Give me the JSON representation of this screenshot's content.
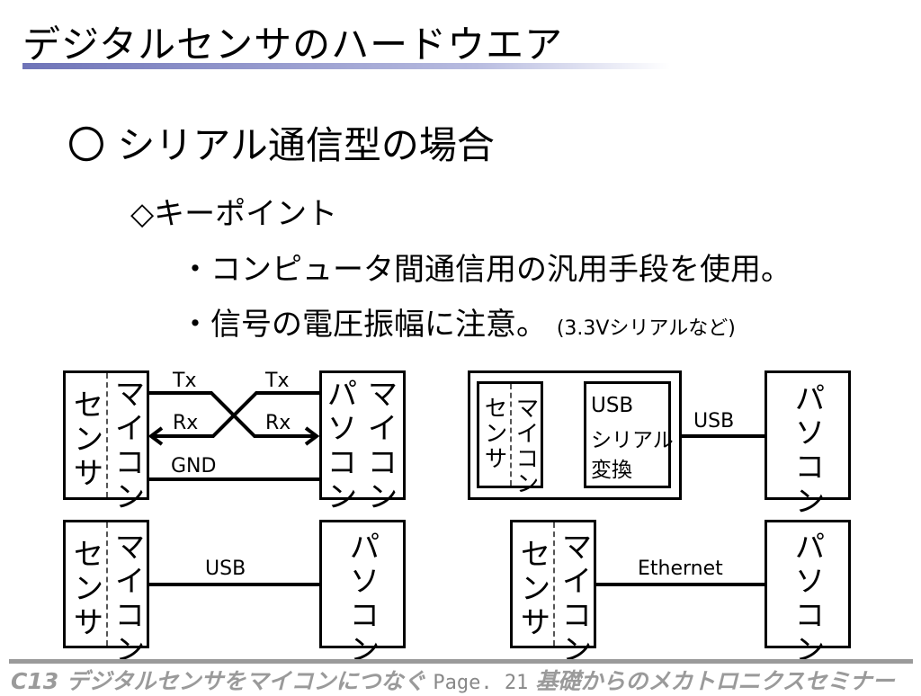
{
  "title": "デジタルセンサのハードウエア",
  "heading": "〇 シリアル通信型の場合",
  "key_point": "◇キーポイント",
  "bullets": [
    "・コンピュータ間通信用の汎用手段を使用。",
    "・信号の電圧振幅に注意。"
  ],
  "bullet2_note": "(3.3Vシリアルなど)",
  "diagram": {
    "sensor": "センサ",
    "micon": "マイコン",
    "pc": "パソコン",
    "tx": "Tx",
    "rx": "Rx",
    "gnd": "GND",
    "usb": "USB",
    "ethernet": "Ethernet",
    "usb_conv": [
      "USB",
      "シリアル",
      "変換"
    ]
  },
  "footer": {
    "left": "C13 デジタルセンサをマイコンにつなぐ",
    "page": "Page. 21",
    "right": "基礎からのメカトロニクスセミナー"
  }
}
